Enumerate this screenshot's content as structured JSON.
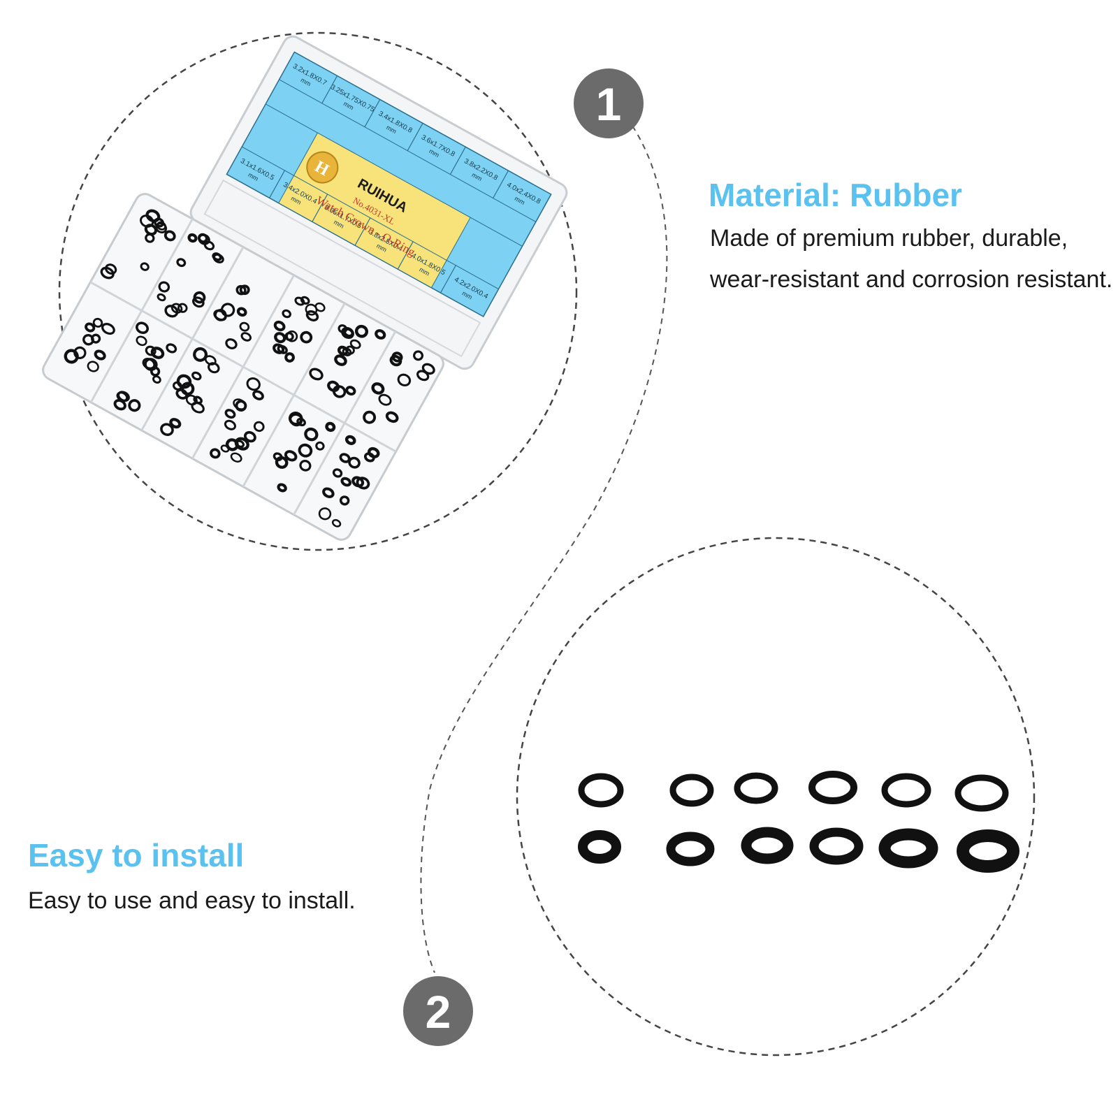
{
  "features": [
    {
      "number": "1",
      "title": "Material: Rubber",
      "description": "Made of premium rubber, durable, wear-resistant and corrosion resistant."
    },
    {
      "number": "2",
      "title": "Easy to install",
      "description": "Easy to use and easy to install."
    }
  ],
  "box_label": {
    "brand": "RUIHUA",
    "model": "No.4031-XL",
    "product": "Watch Crown - O-Ring",
    "top_row": [
      "3.2x1.8X0.7",
      "3.25x1.75X0.75",
      "3.4x1.8X0.8",
      "3.6x1.7X0.8",
      "3.8x2.2X0.8",
      "4.0x2.4X0.8"
    ],
    "bottom_row": [
      "3.1x1.6X0.5",
      "3.4x2.0X0.4",
      "3.65x1.7X0.5",
      "3.8x2.5X0.4",
      "4.0x1.8X0.5",
      "4.2x2.0X0.4"
    ],
    "unit": "mm"
  },
  "colors": {
    "accent": "#5bc1ef",
    "badge": "#6b6b6b",
    "label_blue": "#7dd1f2",
    "label_yellow": "#f7e37a"
  }
}
